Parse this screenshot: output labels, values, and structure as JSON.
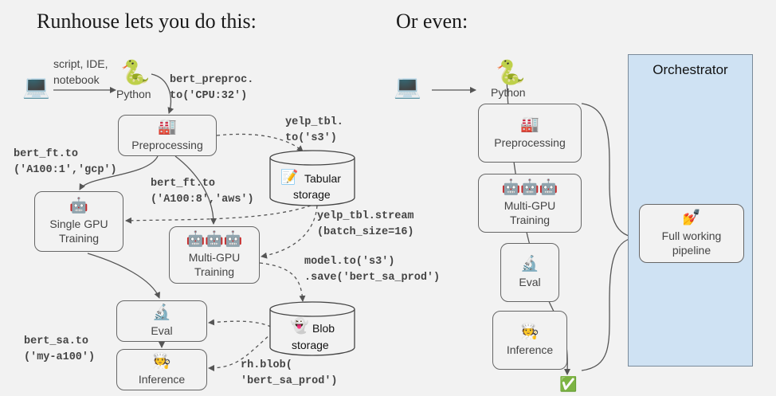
{
  "left": {
    "title": "Runhouse lets you do this:",
    "laptop_label_1": "script, IDE,",
    "laptop_label_2": "notebook",
    "python_label": "Python",
    "python_icon": "snake-icon",
    "code": {
      "bert_preproc_1": "bert_preproc.",
      "bert_preproc_2": "to('CPU:32')",
      "yelp_tbl_1": "yelp_tbl.",
      "yelp_tbl_2": "to('s3')",
      "bert_ft_gcp_1": "bert_ft.to",
      "bert_ft_gcp_2": "('A100:1','gcp')",
      "bert_ft_aws_1": "bert_ft.to",
      "bert_ft_aws_2": "('A100:8','aws')",
      "yelp_stream_1": "yelp_tbl.stream",
      "yelp_stream_2": "(batch_size=16)",
      "model_to_1": "model.to('s3')",
      "model_to_2": ".save('bert_sa_prod')",
      "bert_sa_1": "bert_sa.to",
      "bert_sa_2": "('my-a100')",
      "rh_blob_1": "rh.blob(",
      "rh_blob_2": "'bert_sa_prod')"
    },
    "boxes": {
      "preprocessing": "Preprocessing",
      "single_gpu_1": "Single GPU",
      "single_gpu_2": "Training",
      "multi_gpu_1": "Multi-GPU",
      "multi_gpu_2": "Training",
      "eval": "Eval",
      "inference": "Inference"
    },
    "stores": {
      "tabular_1": "Tabular",
      "tabular_2": "storage",
      "blob_1": "Blob",
      "blob_2": "storage"
    }
  },
  "right": {
    "title": "Or even:",
    "python_label": "Python",
    "boxes": {
      "preprocessing": "Preprocessing",
      "multi_gpu_1": "Multi-GPU",
      "multi_gpu_2": "Training",
      "eval": "Eval",
      "inference": "Inference",
      "pipeline_1": "Full working",
      "pipeline_2": "pipeline"
    },
    "orchestrator": "Orchestrator"
  },
  "icons": {
    "factory": "🏭",
    "robot": "🤖",
    "robots": "🤖🤖🤖",
    "microscope": "🔬",
    "cook": "🧑‍🍳",
    "snake": "🐍",
    "laptop": "💻",
    "ghost": "👻",
    "notepad": "📝",
    "nails": "💅",
    "check": "✅"
  },
  "colors": {
    "background": "#f2f2f2",
    "orchestrator_fill": "#cfe2f3",
    "line": "#555555"
  }
}
